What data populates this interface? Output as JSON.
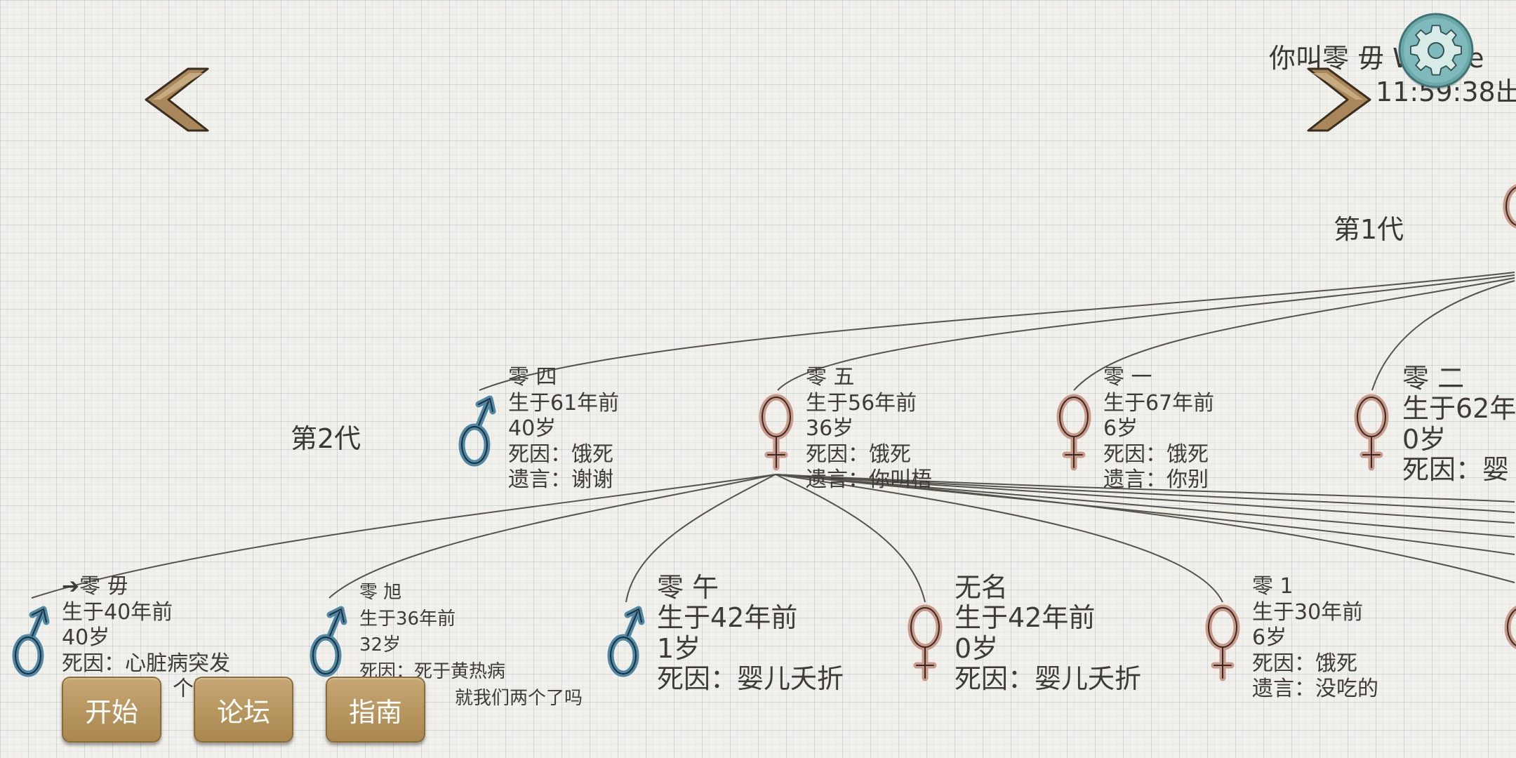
{
  "status": {
    "line1": "你叫零 毋 Wedne",
    "line2": "11:59:38出"
  },
  "generations": [
    {
      "label": "第1代"
    },
    {
      "label": "第2代"
    }
  ],
  "gen2": [
    {
      "name": "零 四",
      "born": "生于61年前",
      "age": "40岁",
      "death": "死因：饿死",
      "last_words": "遗言：谢谢",
      "gender": "male"
    },
    {
      "name": "零 五",
      "born": "生于56年前",
      "age": "36岁",
      "death": "死因：饿死",
      "last_words": "遗言：你叫梧",
      "gender": "female"
    },
    {
      "name": "零 一",
      "born": "生于67年前",
      "age": "6岁",
      "death": "死因：饿死",
      "last_words": "遗言：你别",
      "gender": "female"
    },
    {
      "name": "零 二",
      "born": "生于62年",
      "age": "0岁",
      "death": "死因：婴",
      "gender": "female"
    }
  ],
  "gen3": [
    {
      "name": "➔零 毋",
      "born": "生于40年前",
      "age": "40岁",
      "death": "死因：心脏病突发",
      "last_words": "个乳",
      "gender": "male"
    },
    {
      "name": "零 旭",
      "born": "生于36年前",
      "age": "32岁",
      "death": "死因：死于黄热病",
      "last_words": "就我们两个了吗",
      "gender": "male"
    },
    {
      "name": "零 午",
      "born": "生于42年前",
      "age": "1岁",
      "death": "死因：婴儿夭折",
      "gender": "male"
    },
    {
      "name": "无名",
      "born": "生于42年前",
      "age": "0岁",
      "death": "死因：婴儿夭折",
      "gender": "female"
    },
    {
      "name": "零 1",
      "born": "生于30年前",
      "age": "6岁",
      "death": "死因：饿死",
      "last_words": "遗言：没吃的",
      "gender": "female"
    }
  ],
  "buttons": {
    "start": "开始",
    "forum": "论坛",
    "guide": "指南"
  },
  "icons": {
    "left": "chevron-left-icon",
    "right": "chevron-right-icon",
    "settings": "gear-icon",
    "male": "male-symbol-icon",
    "female": "female-symbol-icon"
  },
  "colors": {
    "male": "#4f88a6",
    "female": "#c99a8a",
    "button": "#b8975f",
    "gear": "#6aa8aa"
  }
}
